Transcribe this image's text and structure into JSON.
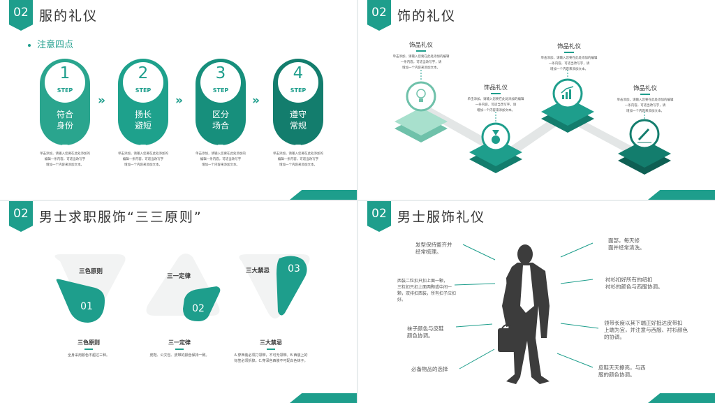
{
  "colors": {
    "accent": "#1e9e8c",
    "accent_dark": "#157a6b",
    "light_green": "#8fd3bf"
  },
  "slide1": {
    "badge": "02",
    "title": "服的礼仪",
    "subtitle": "注意四点",
    "steps": [
      {
        "num": "1",
        "label": "STEP",
        "text1": "符合",
        "text2": "身份",
        "color": "#2aa58e"
      },
      {
        "num": "2",
        "label": "STEP",
        "text1": "扬长",
        "text2": "避短",
        "color": "#1ea18c"
      },
      {
        "num": "3",
        "label": "STEP",
        "text1": "区分",
        "text2": "场合",
        "color": "#178f7c"
      },
      {
        "num": "4",
        "label": "STEP",
        "text1": "遵守",
        "text2": "常规",
        "color": "#137d6d"
      }
    ],
    "chevron": "»",
    "desc": {
      "l1": "单击添加，请输入您要在此处添加的",
      "l2": "编辑一条内容，可适当改写字",
      "l3": "增加一个内容来添加文本。"
    }
  },
  "slide2": {
    "badge": "02",
    "title": "饰的礼仪",
    "cards": [
      {
        "title": "饰品礼仪"
      },
      {
        "title": "饰品礼仪"
      },
      {
        "title": "饰品礼仪"
      },
      {
        "title": "饰品礼仪"
      }
    ],
    "desc": {
      "l1": "单击添加，请输入您要在此处添加的编辑",
      "l2": "一条内容，可适当改写字，请",
      "l3": "增加一个内容来添加文本。"
    }
  },
  "slide3": {
    "badge": "02",
    "title": "男士求职服饰“三三原则”",
    "items": [
      {
        "cap": "三色原则",
        "num": "01",
        "head": "三色原则",
        "d1": "全身采用颜色不超过三种。",
        "d2": ""
      },
      {
        "cap": "三一定律",
        "num": "02",
        "head": "三一定律",
        "d1": "皮鞋、公文包、皮带的颜色保持一致。",
        "d2": ""
      },
      {
        "cap": "三大禁忌",
        "num": "03",
        "head": "三大禁忌",
        "d1": "A.穿西装必须打领带，不可无领带。B.西装上的",
        "d2": "标签必须拆掉。C.穿深色西装不可配白色袜子。"
      }
    ]
  },
  "slide4": {
    "badge": "02",
    "title": "男士服饰礼仪",
    "left": [
      {
        "l1": "发型保持整齐并",
        "l2": "经常梳理。",
        "l3": ""
      },
      {
        "l1": "西装二粒扣只扣上面一颗，",
        "l2": "三粒扣只扣上面两颗或中间一",
        "l3": "颗，双排扣西装，所有扣子应扣好。"
      },
      {
        "l1": "袜子颜色与皮鞋",
        "l2": "颜色协调。",
        "l3": ""
      },
      {
        "l1": "必备物品的选择",
        "l2": "",
        "l3": ""
      }
    ],
    "right": [
      {
        "l1": "面部，每天修",
        "l2": "面并经常清洗。"
      },
      {
        "l1": "衬衫扣好所有的纽扣",
        "l2": "衬衫的颜色与西服协调。"
      },
      {
        "l1": "领带长度以其下端正好抵达皮带扣",
        "l2": "上端为宜，并注意与西服、衬衫颜色的协调。"
      },
      {
        "l1": "皮鞋天天擦亮，与西",
        "l2": "服的颜色协调。"
      }
    ]
  }
}
